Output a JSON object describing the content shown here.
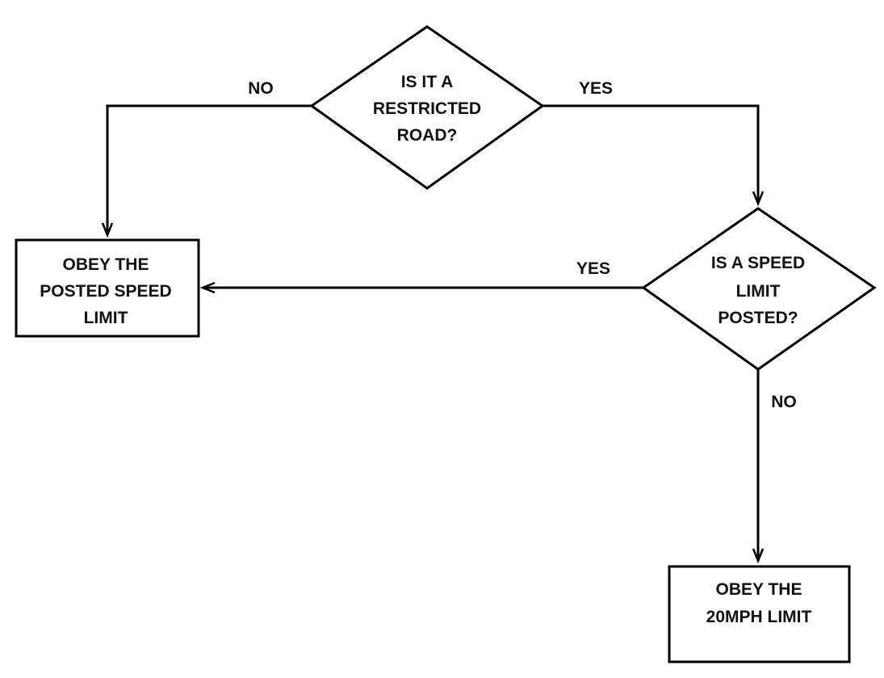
{
  "diagram": {
    "nodes": {
      "restricted_road": {
        "kind": "decision",
        "lines": [
          "IS IT A",
          "RESTRICTED",
          "ROAD?"
        ]
      },
      "obey_posted": {
        "kind": "process",
        "lines": [
          "OBEY THE",
          "POSTED SPEED",
          "LIMIT"
        ]
      },
      "speed_posted": {
        "kind": "decision",
        "lines": [
          "IS A SPEED",
          "LIMIT",
          "POSTED?"
        ]
      },
      "obey_20mph": {
        "kind": "process",
        "lines": [
          "OBEY THE",
          "20MPH LIMIT"
        ]
      }
    },
    "edges": {
      "restricted_no": {
        "from": "restricted_road",
        "to": "obey_posted",
        "label": "NO"
      },
      "restricted_yes": {
        "from": "restricted_road",
        "to": "speed_posted",
        "label": "YES"
      },
      "posted_yes": {
        "from": "speed_posted",
        "to": "obey_posted",
        "label": "YES"
      },
      "posted_no": {
        "from": "speed_posted",
        "to": "obey_20mph",
        "label": "NO"
      }
    },
    "colors": {
      "stroke": "#000000",
      "background": "#ffffff",
      "text": "#111111"
    }
  }
}
